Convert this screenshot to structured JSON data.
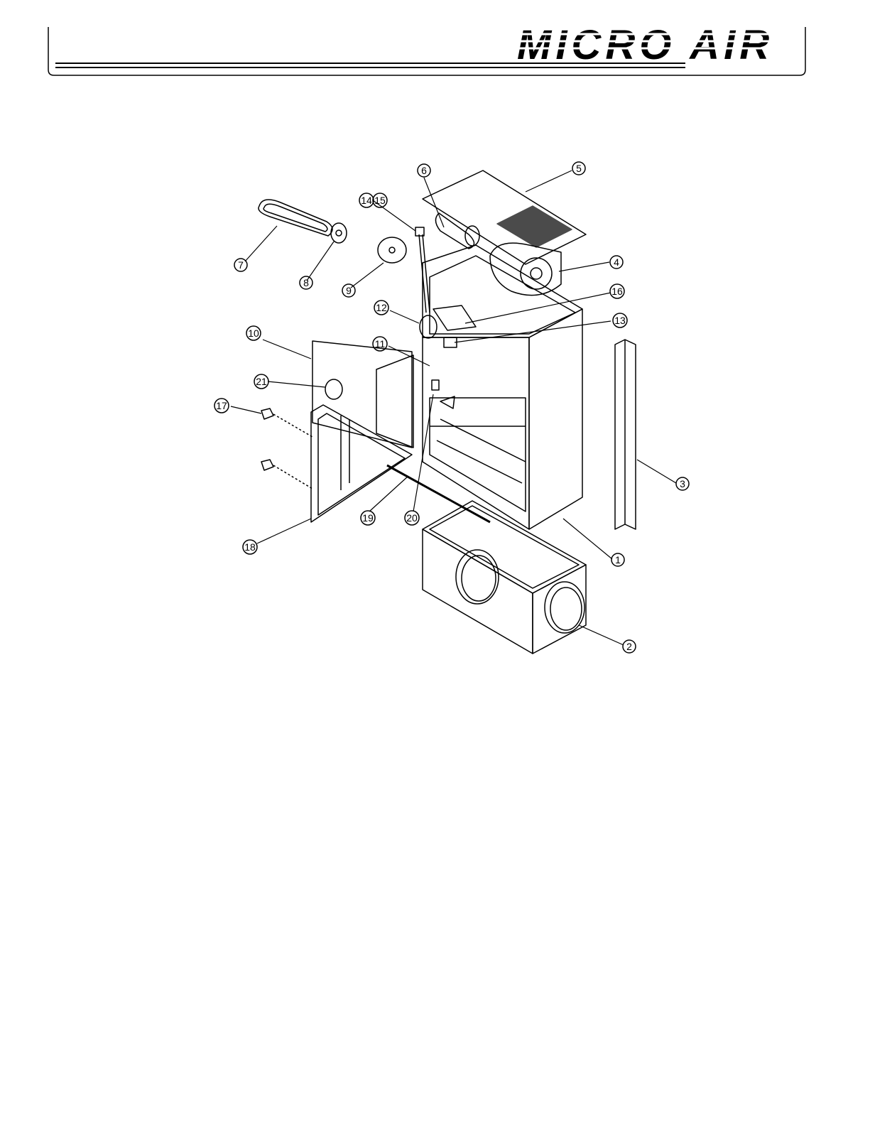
{
  "header": {
    "logo_text": "MICRO AIR"
  },
  "callouts": [
    {
      "label": "1"
    },
    {
      "label": "2"
    },
    {
      "label": "3"
    },
    {
      "label": "4"
    },
    {
      "label": "5"
    },
    {
      "label": "6"
    },
    {
      "label": "7"
    },
    {
      "label": "8"
    },
    {
      "label": "9"
    },
    {
      "label": "10"
    },
    {
      "label": "11"
    },
    {
      "label": "12"
    },
    {
      "label": "13"
    },
    {
      "label": "14"
    },
    {
      "label": "15"
    },
    {
      "label": "16"
    },
    {
      "label": "17"
    },
    {
      "label": "18"
    },
    {
      "label": "19"
    },
    {
      "label": "20"
    },
    {
      "label": "21"
    }
  ]
}
